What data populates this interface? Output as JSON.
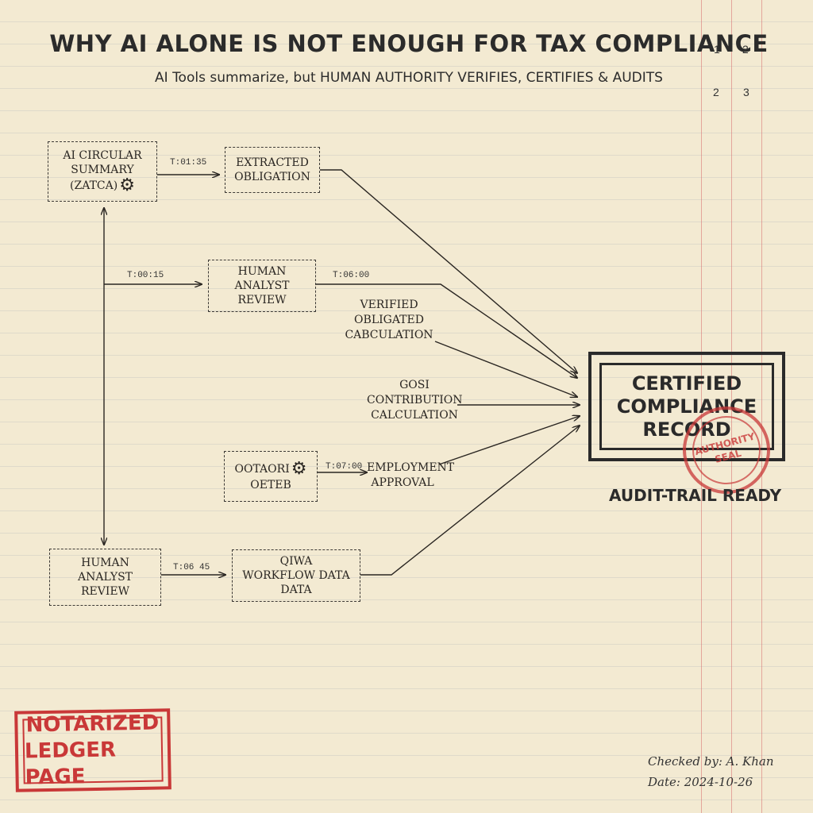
{
  "header": {
    "title": "WHY AI ALONE IS NOT ENOUGH FOR TAX COMPLIANCE",
    "subtitle": "AI Tools summarize, but HUMAN AUTHORITY VERIFIES, CERTIFIES & AUDITS"
  },
  "columns": {
    "top": [
      "1",
      "2"
    ],
    "bottom": [
      "2",
      "3"
    ]
  },
  "nodes": {
    "ai_circular": [
      "AI CIRCULAR",
      "SUMMARY",
      "(ZATCA)"
    ],
    "extracted": [
      "EXTRACTED",
      "OBLIGATION"
    ],
    "analyst_mid": [
      "HUMAN ANALYST",
      "REVIEW"
    ],
    "verified": [
      "VERIFIED",
      "OBLIGATED",
      "CABCULATION"
    ],
    "gosi": [
      "GOSI",
      "CONTRIBUTION",
      "CALCULATION"
    ],
    "ootaori": [
      "OOTAORI",
      "OETEB"
    ],
    "employment": [
      "EMPLOYMENT",
      "APPROVAL"
    ],
    "analyst_bottom": [
      "HUMAN",
      "ANALYST",
      "REVIEW"
    ],
    "qiwa": [
      "QIWA",
      "WORKFLOW DATA",
      "DATA"
    ]
  },
  "edge_labels": {
    "e1": "T:01:35",
    "e2": "T:00:15",
    "e3": "T:06:00",
    "e4": "T:07:00",
    "e5": "T:06 45"
  },
  "certified": {
    "lines": [
      "CERTIFIED",
      "COMPLIANCE",
      "RECORD"
    ],
    "seal": [
      "AUTHORITY",
      "SEAL"
    ],
    "status": "AUDIT-TRAIL READY"
  },
  "stamp": [
    "NOTARIZED",
    "LEDGER PAGE"
  ],
  "signature": {
    "checked": "Checked by: A. Khan",
    "date": "Date: 2024-10-26"
  },
  "colors": {
    "paper": "#f3ead2",
    "ink": "#2a2622",
    "stamp_red": "#c93838"
  }
}
